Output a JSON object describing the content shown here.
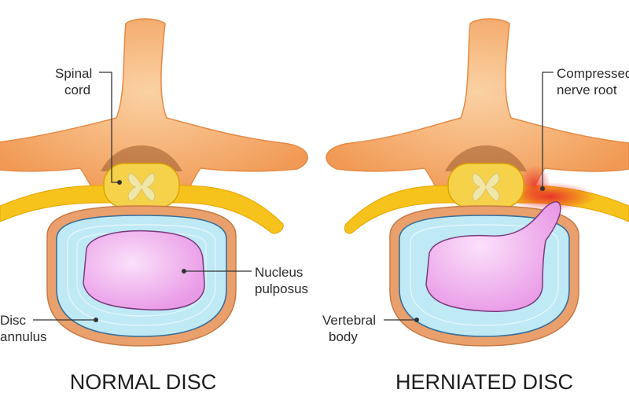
{
  "colors": {
    "bone": "#f4a261",
    "bone_light": "#f9c08a",
    "bone_edge": "#e07b39",
    "cord": "#f6d24a",
    "cord_inner": "#f0e6a8",
    "nerve": "#f6c21c",
    "annulus_outer": "#e9a06c",
    "annulus_inner": "#bfe9f5",
    "nucleus": "#f3b8ef",
    "compression": "#e8322a"
  },
  "left_panel": {
    "caption": "NORMAL DISC",
    "labels": {
      "spinal_cord_line1": "Spinal",
      "spinal_cord_line2": "cord",
      "nucleus_line1": "Nucleus",
      "nucleus_line2": "pulposus",
      "disc_line1": "Disc",
      "disc_line2": "annulus"
    }
  },
  "right_panel": {
    "caption": "HERNIATED DISC",
    "labels": {
      "compressed_line1": "Compressed",
      "compressed_line2": "nerve root",
      "vertebral_line1": "Vertebral",
      "vertebral_line2": "body"
    }
  }
}
